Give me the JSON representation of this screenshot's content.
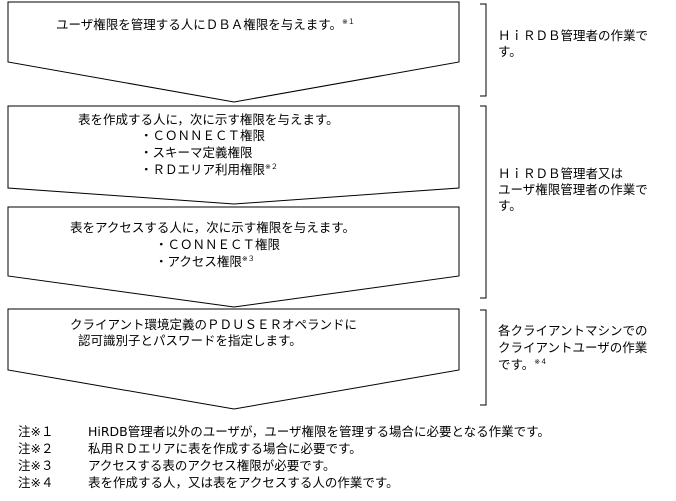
{
  "steps": [
    {
      "lines": [
        {
          "text": "ユーザ権限を管理する人にＤＢＡ権限を与えます。",
          "sup": "※１"
        }
      ]
    },
    {
      "lines": [
        {
          "text": "表を作成する人に，次に示す権限を与えます。",
          "sup": ""
        },
        {
          "text": "・ＣＯＮＮＥＣＴ権限",
          "sup": ""
        },
        {
          "text": "・スキーマ定義権限",
          "sup": ""
        },
        {
          "text": "・ＲＤエリア利用権限",
          "sup": "※２"
        }
      ]
    },
    {
      "lines": [
        {
          "text": "表をアクセスする人に，次に示す権限を与えます。",
          "sup": ""
        },
        {
          "text": "・ＣＯＮＮＥＣＴ権限",
          "sup": ""
        },
        {
          "text": "・アクセス権限",
          "sup": "※３"
        }
      ]
    },
    {
      "lines": [
        {
          "text": "クライアント環境定義のＰＤＵＳＥＲオペランドに",
          "sup": ""
        },
        {
          "text": "認可識別子とパスワードを指定します。",
          "sup": ""
        }
      ]
    }
  ],
  "roles": [
    {
      "lines": [
        "ＨｉＲＤＢ管理者の作業で",
        "す。"
      ],
      "sup": ""
    },
    {
      "lines": [
        "ＨｉＲＤＢ管理者又は",
        "ユーザ権限管理者の作業で",
        "す。"
      ],
      "sup": ""
    },
    {
      "lines": [
        "各クライアントマシンでの",
        "クライアントユーザの作業",
        "です。"
      ],
      "sup": "※４"
    }
  ],
  "notes": [
    {
      "mark": "注※１",
      "text": "HiRDB管理者以外のユーザが，ユーザ権限を管理する場合に必要となる作業です。"
    },
    {
      "mark": "注※２",
      "text": "私用ＲＤエリアに表を作成する場合に必要です。"
    },
    {
      "mark": "注※３",
      "text": "アクセスする表のアクセス権限が必要です。"
    },
    {
      "mark": "注※４",
      "text": "表を作成する人，又は表をアクセスする人の作業です。"
    }
  ]
}
